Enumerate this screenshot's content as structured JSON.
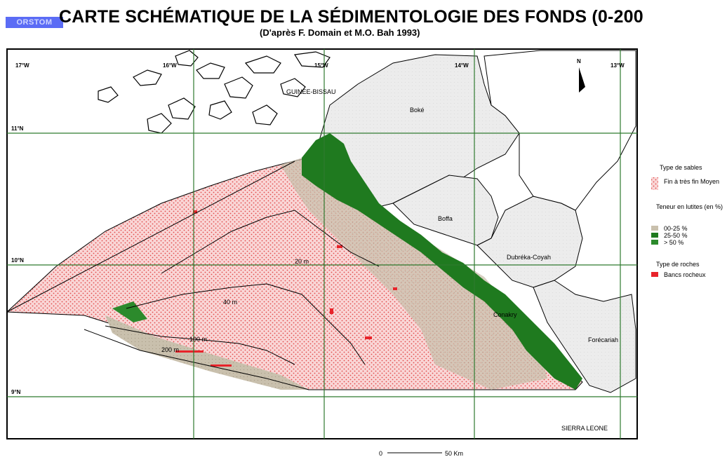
{
  "header": {
    "logo_text": "ORSTOM",
    "title": "CARTE SCHÉMATIQUE DE LA SÉDIMENTOLOGIE DES FONDS (0-200",
    "subtitle": "(D'après F. Domain et M.O. Bah 1993)"
  },
  "map": {
    "longitude_ticks": [
      "17°W",
      "16°W",
      "15°W",
      "14°W",
      "13°W"
    ],
    "latitude_ticks": [
      "11°N",
      "10°N",
      "9°N"
    ],
    "north_label": "N",
    "country_labels": [
      "GUINEE-BISSAU",
      "SIERRA LEONE"
    ],
    "region_labels": [
      "Boké",
      "Boffa",
      "Dubréka-Coyah",
      "Conakry",
      "Forécariah"
    ],
    "isobaths": [
      "20 m",
      "40 m",
      "100 m",
      "200 m"
    ],
    "scale": {
      "start": "0",
      "end": "50 Km"
    }
  },
  "legend": {
    "sand_title": "Type de sables",
    "sand_item": "Fin à très fin Moyen",
    "mud_title": "Teneur en lutites (en %)",
    "mud_items": [
      "00-25 %",
      "25-50 %",
      "> 50 %"
    ],
    "rock_title": "Type de roches",
    "rock_item": "Bancs rocheux"
  },
  "colors": {
    "shelf_pink": "#f6c6c6",
    "mud_light": "#c9c0ad",
    "mud_dark": "#1f7a1f",
    "mud_mid": "#4a9a3a",
    "land": "#ececec",
    "rock_red": "#e8232a",
    "grid_green": "#2f7a2f",
    "logo_blue": "#5b6cf5"
  }
}
